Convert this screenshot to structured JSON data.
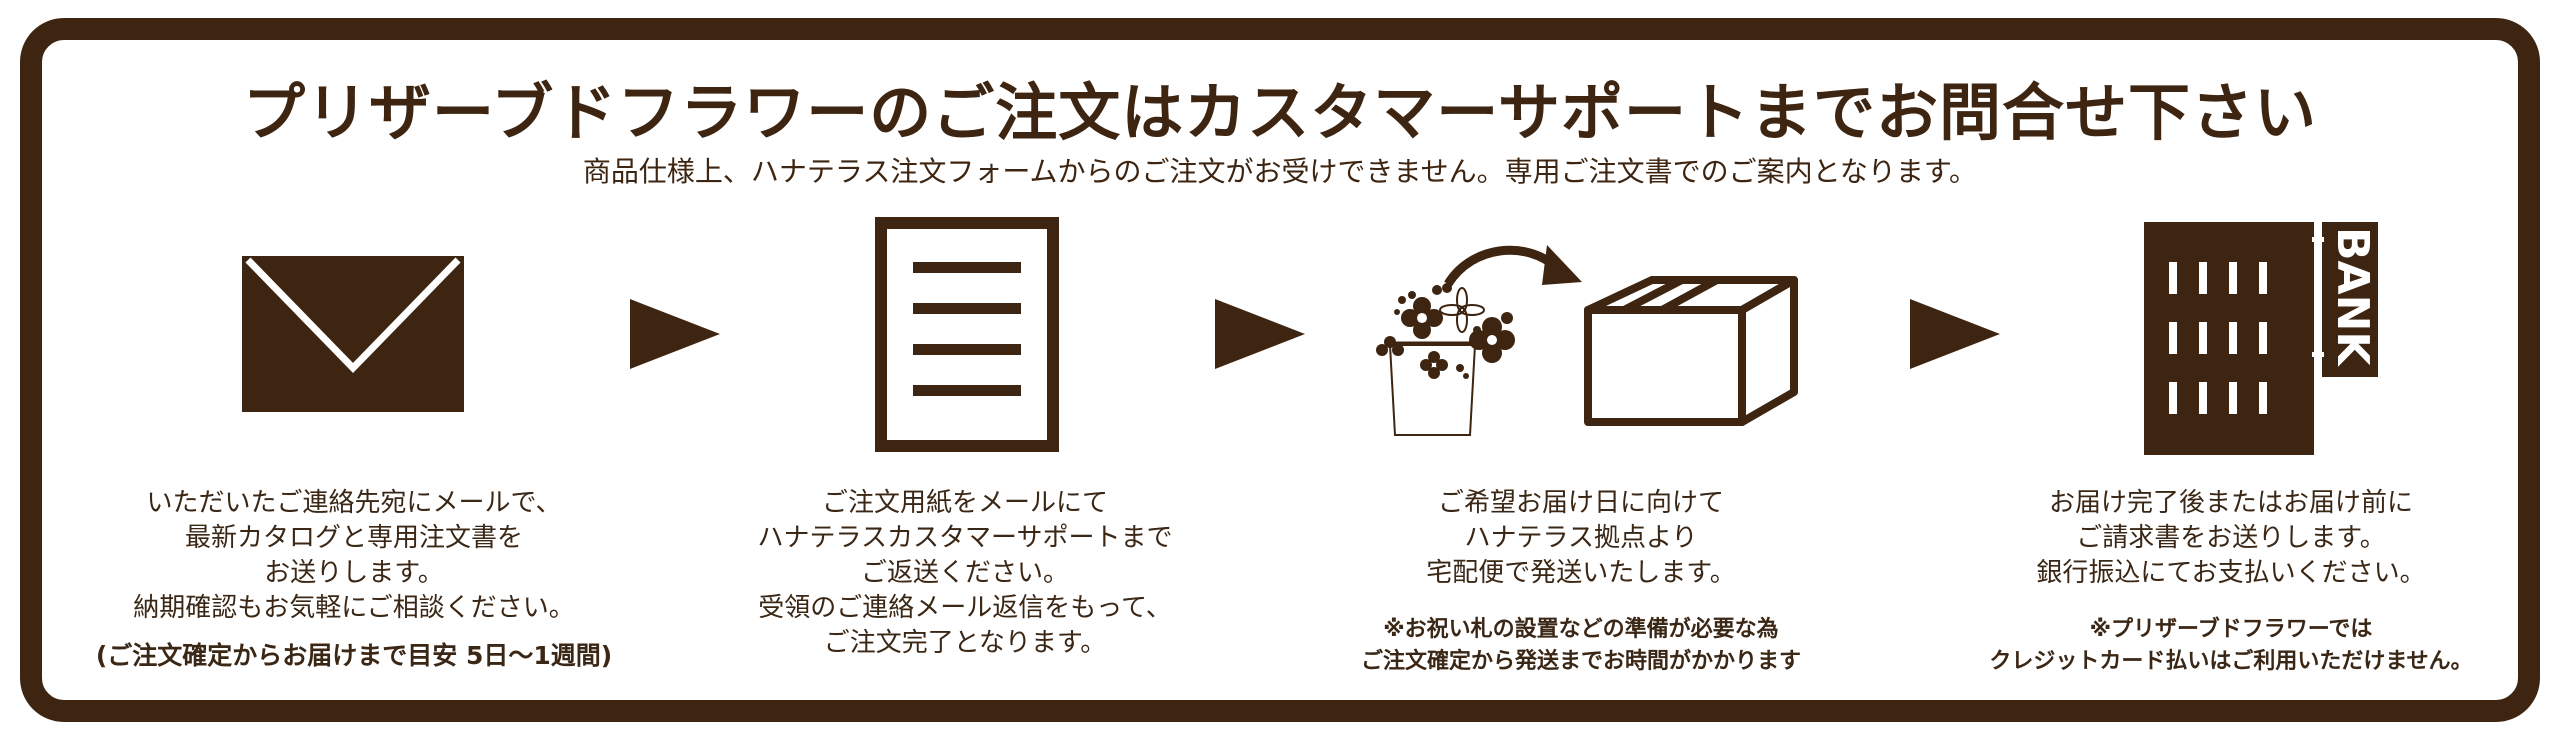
{
  "header": {
    "title": "プリザーブドフラワーのご注文はカスタマーサポートまでお問合せ下さい",
    "subtitle": "商品仕様上、ハナテラス注文フォームからのご注文がお受けできません。専用ご注文書でのご案内となります。"
  },
  "colors": {
    "brand": "#3d2511",
    "background": "#ffffff"
  },
  "steps": [
    {
      "icon": "envelope-icon",
      "lines": [
        "いただいたご連絡先宛にメールで、",
        "最新カタログと専用注文書を",
        "お送りします。",
        "納期確認もお気軽にご相談ください。"
      ],
      "note": [
        "(ご注文確定からお届けまで目安 5日〜1週間)"
      ]
    },
    {
      "icon": "document-icon",
      "lines": [
        "ご注文用紙をメールにて",
        "ハナテラスカスタマーサポートまで",
        "ご返送ください。",
        "受領のご連絡メール返信をもって、",
        "ご注文完了となります。"
      ]
    },
    {
      "icon": "flowers-to-box-icon",
      "lines": [
        "ご希望お届け日に向けて",
        "ハナテラス拠点より",
        "宅配便で発送いたします。"
      ],
      "note": [
        "※お祝い札の設置などの準備が必要な為",
        "ご注文確定から発送までお時間がかかります"
      ]
    },
    {
      "icon": "bank-icon",
      "bank_label": "BANK",
      "lines": [
        "お届け完了後またはお届け前に",
        "ご請求書をお送りします。",
        "銀行振込にてお支払いください。"
      ],
      "note": [
        "※プリザーブドフラワーでは",
        "クレジットカード払いはご利用いただけません。"
      ]
    }
  ]
}
